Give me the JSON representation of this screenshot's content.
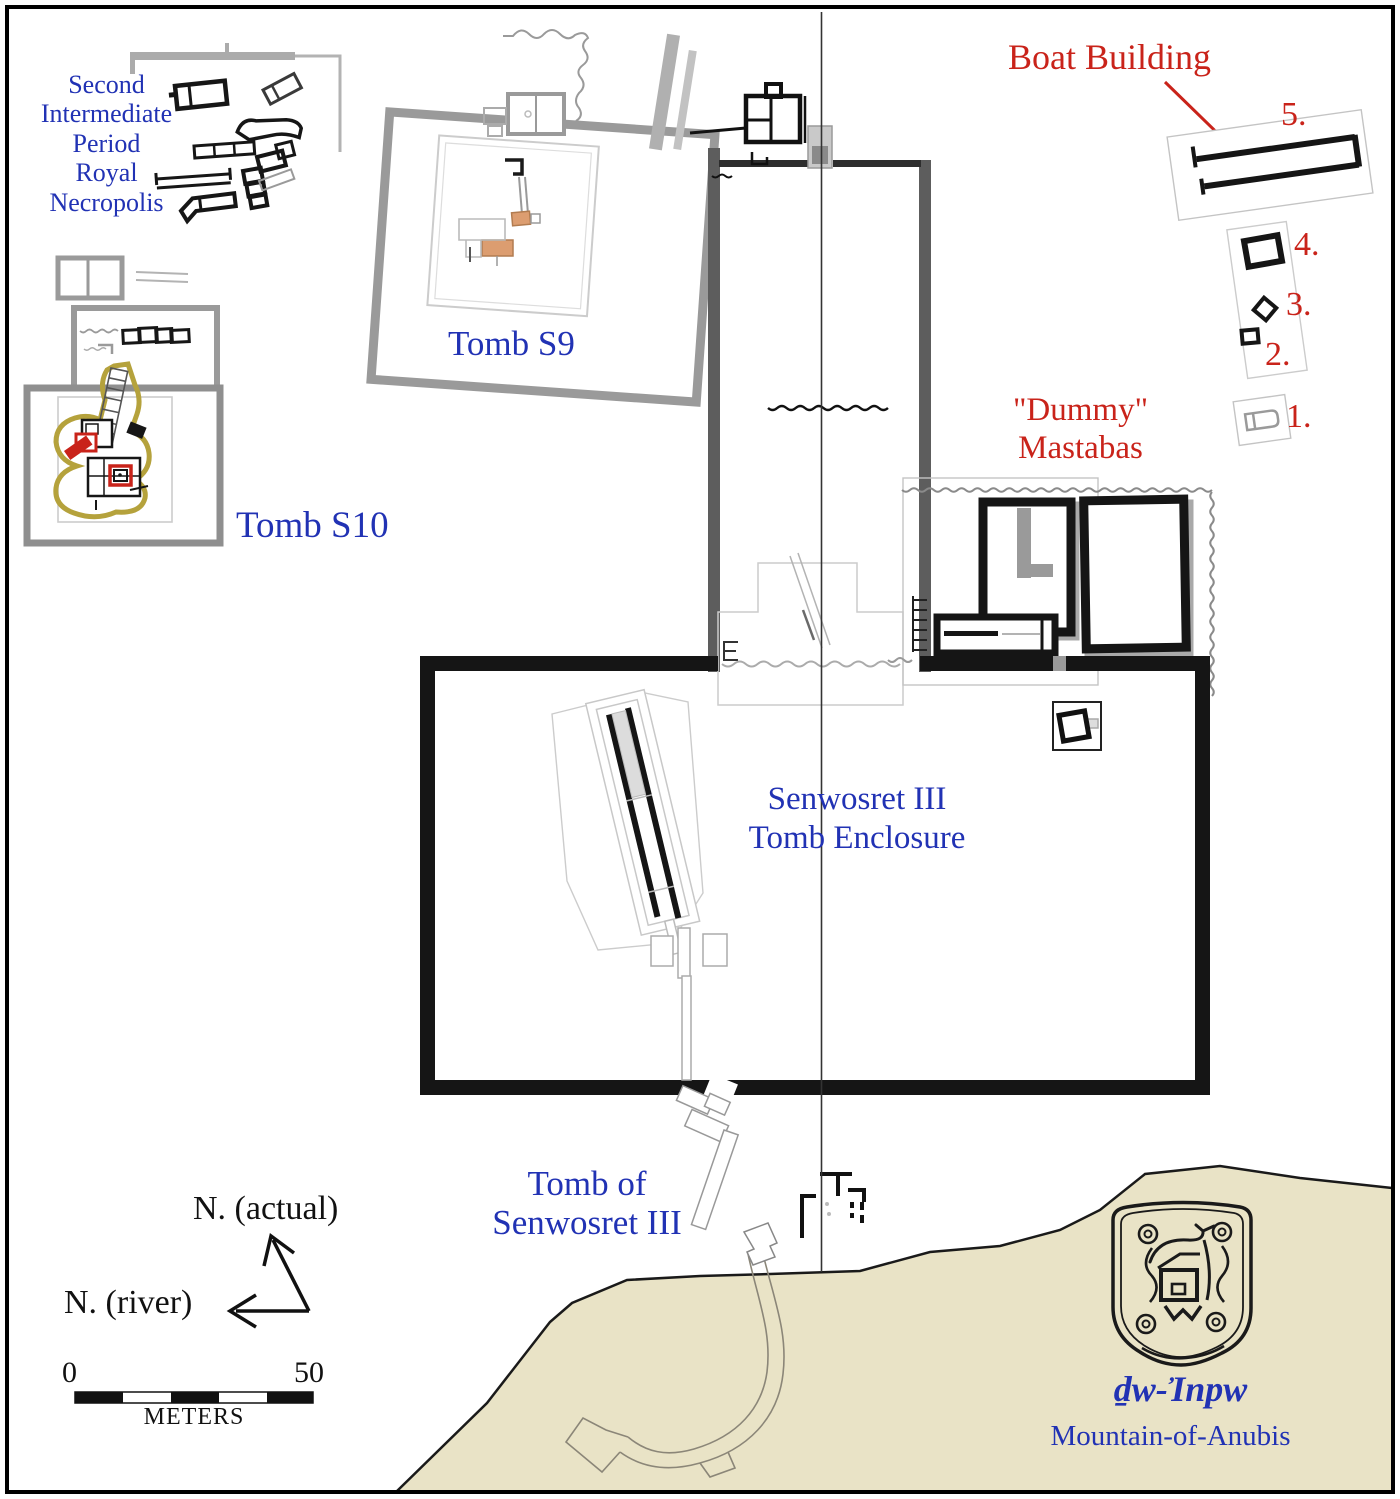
{
  "map_labels": {
    "necropolis": "Second\nIntermediate\nPeriod\nRoyal\nNecropolis",
    "tomb_s9": "Tomb S9",
    "tomb_s10": "Tomb S10",
    "boat_building": "Boat Building",
    "dummy_mastabas": "\"Dummy\"\nMastabas",
    "enclosure": "Senwosret III\nTomb Enclosure",
    "tomb_of_senwosret": "Tomb of\nSenwosret III"
  },
  "numbered_sites": [
    {
      "label": "5."
    },
    {
      "label": "4."
    },
    {
      "label": "3."
    },
    {
      "label": "2."
    },
    {
      "label": "1."
    }
  ],
  "compass": {
    "actual_label": "N. (actual)",
    "river_label": "N. (river)"
  },
  "scale_bar": {
    "start": "0",
    "end": "50",
    "unit": "METERS"
  },
  "seal": {
    "transliteration": "ḏw-Ἰnpw",
    "translation": "Mountain-of-Anubis"
  },
  "colors": {
    "label_blue": "#2132b4",
    "label_red": "#c9231a",
    "terrain_tan": "#e9e3c6",
    "wall_black": "#151515",
    "enclosure_gray": "#9a9a9a",
    "corridor_gray": "#5d5d5d",
    "faint_outline": "#c8c8c8",
    "s10_olive": "#b5a23c",
    "s9_orange": "#dc9d70"
  }
}
